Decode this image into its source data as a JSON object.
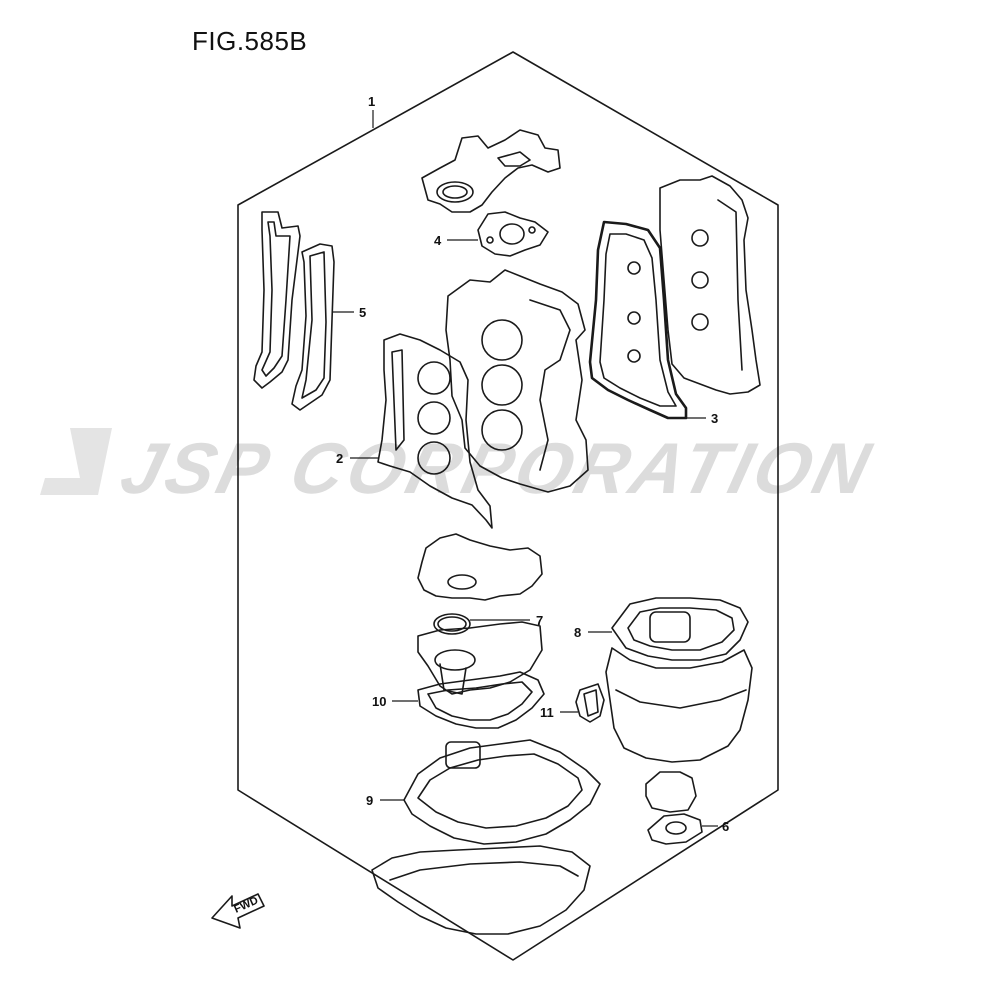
{
  "figure": {
    "title": "FIG.585B"
  },
  "watermark": {
    "text": "JSP CORPORATION",
    "color": "#dcdcdc"
  },
  "callouts": {
    "c1": "1",
    "c2": "2",
    "c3": "3",
    "c4": "4",
    "c5": "5",
    "c6": "6",
    "c7": "7",
    "c8": "8",
    "c9": "9",
    "c10": "10",
    "c11": "11"
  },
  "direction_arrow": {
    "label": "FWD"
  }
}
